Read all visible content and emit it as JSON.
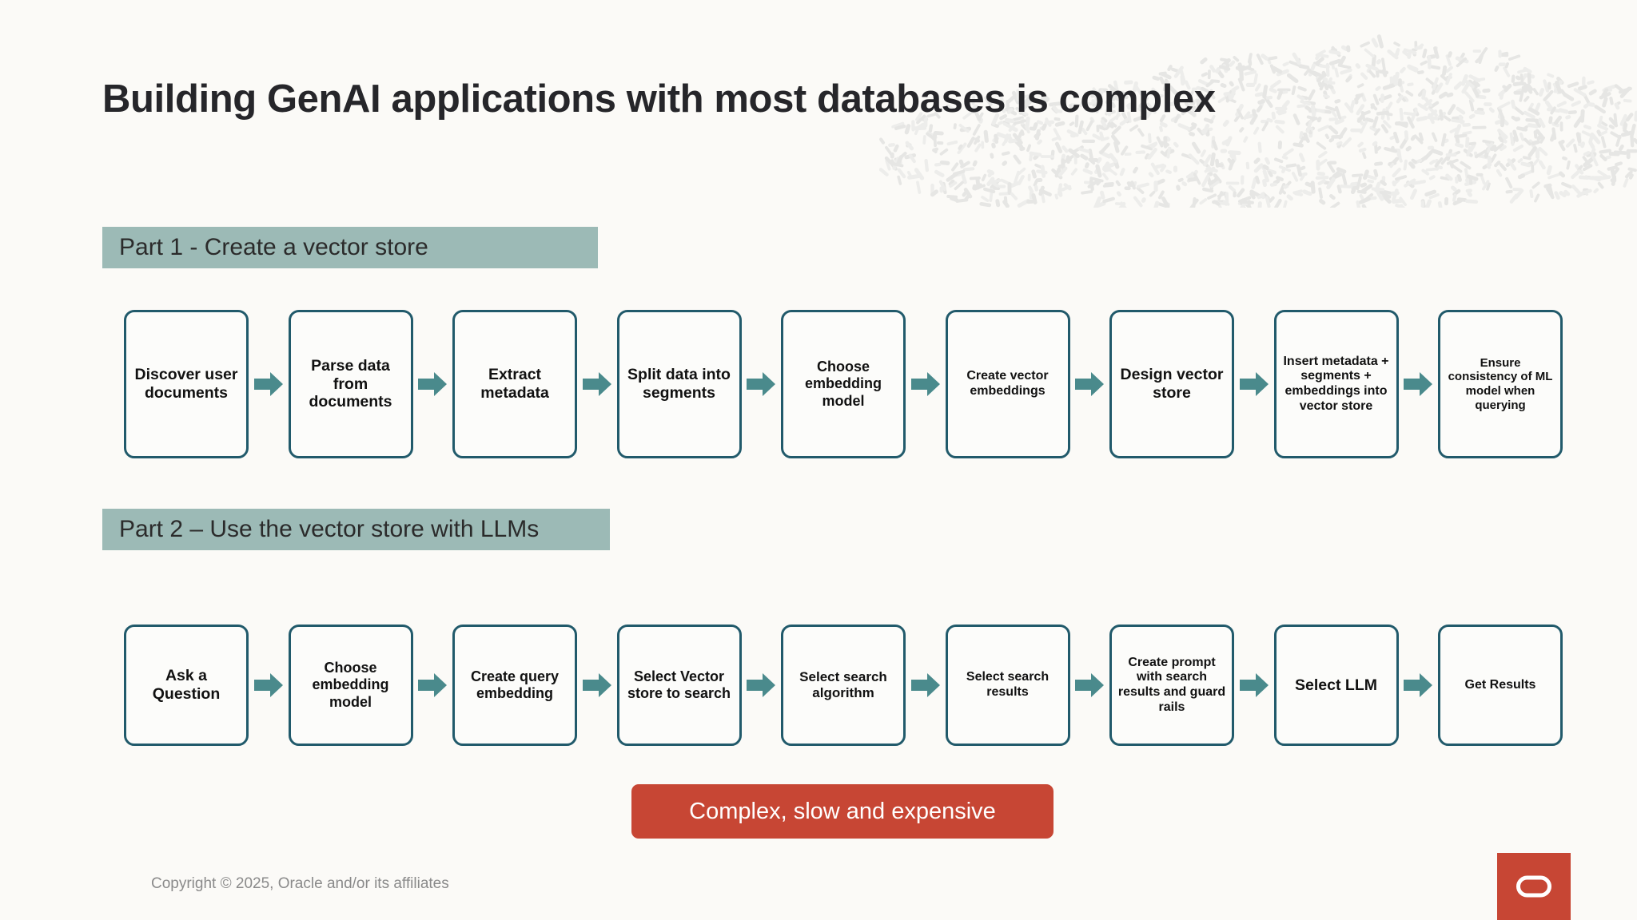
{
  "slide": {
    "title": "Building GenAI applications with most databases is complex",
    "background_color": "#FBFAF7"
  },
  "colors": {
    "section_bar": "#9CBAB6",
    "box_border": "#215A6B",
    "arrow": "#4A8A8C",
    "accent_red": "#C74634",
    "title_text": "#26262A",
    "footer_text": "#8A8A8A"
  },
  "sections": [
    {
      "id": "part-1",
      "label": "Part 1 - Create a vector store",
      "steps": [
        {
          "label": "Discover user documents",
          "size": "fs-19"
        },
        {
          "label": "Parse data from documents",
          "size": "fs-19"
        },
        {
          "label": "Extract metadata",
          "size": "fs-19"
        },
        {
          "label": "Split data into segments",
          "size": "fs-19"
        },
        {
          "label": "Choose embedding model",
          "size": "fs-18"
        },
        {
          "label": "Create vector embeddings",
          "size": "fs-16"
        },
        {
          "label": "Design vector store",
          "size": "fs-19"
        },
        {
          "label": "Insert metadata + segments + embeddings into vector store",
          "size": "fs-16"
        },
        {
          "label": "Ensure consistency of ML model when querying",
          "size": "fs-15"
        }
      ]
    },
    {
      "id": "part-2",
      "label": "Part 2 – Use the vector store with LLMs",
      "steps": [
        {
          "label": "Ask a Question",
          "size": "fs-19"
        },
        {
          "label": "Choose embedding model",
          "size": "fs-18"
        },
        {
          "label": "Create query embedding",
          "size": "fs-18"
        },
        {
          "label": "Select Vector store to search",
          "size": "fs-18"
        },
        {
          "label": "Select search algorithm",
          "size": "fs-17"
        },
        {
          "label": "Select search results",
          "size": "fs-16"
        },
        {
          "label": "Create prompt with search results and guard rails",
          "size": "fs-16"
        },
        {
          "label": "Select LLM",
          "size": "fs-19"
        },
        {
          "label": "Get Results",
          "size": "fs-16"
        }
      ]
    }
  ],
  "conclusion": {
    "label": "Complex, slow and expensive"
  },
  "footer": {
    "copyright": "Copyright © 2025, Oracle and/or its affiliates",
    "logo_name": "oracle-logo"
  },
  "decoration": {
    "name": "dash-texture-cloud"
  }
}
